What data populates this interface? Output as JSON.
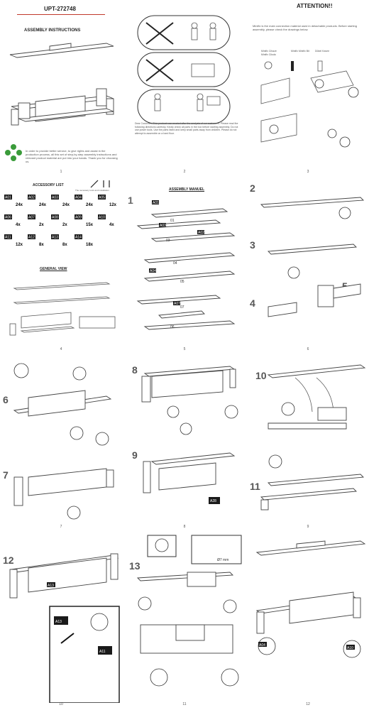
{
  "p1": {
    "code": "UPT-272748",
    "title": "ASSEMBLY INSTRUCTIONS",
    "note": "In order to provide better service, to give rights and assist in the production process, all this set of step-by-step assembly instructions and relevant product material are put into your hands. Thank you for choosing us.",
    "num": "1"
  },
  "p2": {
    "note": "Dear Customer, This product was created after the analysis of our customers. Please read the following directions carefully. Kindly check all parts in the box before starting assembly. Do not use power tools. Use the parts listed and keep small parts away from children. Please do not attempt to assemble on a hard floor.",
    "num": "2"
  },
  "p3": {
    "title": "ATTENTION!!",
    "intro": "Minifix is the main connection material used in detachable products. Before starting assembly, please check the drawings below.",
    "labels": [
      "Minifix Cihaze Minifix Cikola",
      "Minifix Minifix Bit",
      "Dübel Kavee"
    ],
    "num": "3"
  },
  "p4": {
    "list_title": "ACCESSORY LIST",
    "general_title": "GENERAL VIEW",
    "tools": "The necessary tools and installation",
    "rows": [
      [
        {
          "id": "A01",
          "q": "24x"
        },
        {
          "id": "A02",
          "q": "24x"
        },
        {
          "id": "A03",
          "q": "24x"
        },
        {
          "id": "A04",
          "q": "24x"
        },
        {
          "id": "A05",
          "q": "12x"
        }
      ],
      [
        {
          "id": "A06",
          "q": "4x"
        },
        {
          "id": "A07",
          "q": "2x"
        },
        {
          "id": "A08",
          "q": "2x"
        },
        {
          "id": "A09",
          "q": "15x"
        },
        {
          "id": "A10",
          "q": "4x"
        }
      ],
      [
        {
          "id": "A11",
          "q": "12x"
        },
        {
          "id": "A12",
          "q": "8x"
        },
        {
          "id": "A13",
          "q": "8x"
        },
        {
          "id": "A14",
          "q": "18x"
        }
      ]
    ],
    "num": "4"
  },
  "p5": {
    "title": "ASSEMBLY MANUEL",
    "step": "1",
    "num": "5"
  },
  "p6": {
    "steps": [
      "2",
      "3",
      "4",
      "5"
    ],
    "num": "6"
  },
  "p7": {
    "step": "6",
    "num": "7"
  },
  "p8": {
    "steps": [
      "8",
      "9"
    ],
    "num": "8"
  },
  "p9": {
    "steps": [
      "10",
      "11"
    ],
    "num": "9"
  },
  "p10": {
    "step": "12",
    "num": "10"
  },
  "p11": {
    "step": "13",
    "drill": "Ø7 mm",
    "num": "11"
  },
  "p12": {
    "num": "12"
  }
}
